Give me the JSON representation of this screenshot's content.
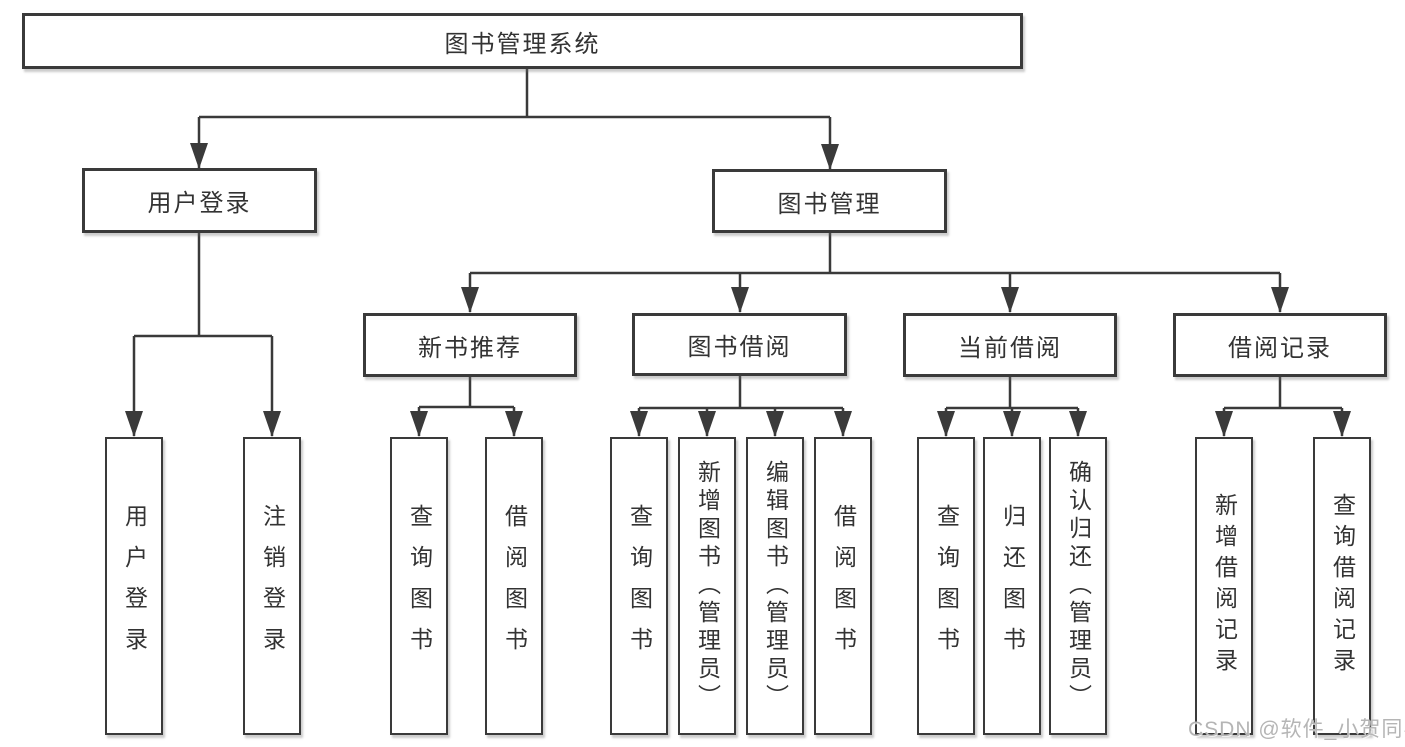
{
  "diagram": {
    "root": "图书管理系统",
    "level2": [
      "用户登录",
      "图书管理"
    ],
    "level3": [
      "新书推荐",
      "图书借阅",
      "当前借阅",
      "借阅记录"
    ],
    "leaves_user": [
      "用户登录",
      "注销登录"
    ],
    "leaves_recommend": [
      "查询图书",
      "借阅图书"
    ],
    "leaves_borrow": [
      "查询图书",
      "新增图书（管理员）",
      "编辑图书（管理员）",
      "借阅图书"
    ],
    "leaves_current": [
      "查询图书",
      "归还图书",
      "确认归还（管理员）"
    ],
    "leaves_record": [
      "新增借阅记录",
      "查询借阅记录"
    ]
  },
  "watermark": "CSDN @软件_小贺同学",
  "colors": {
    "line": "#3a3a3a",
    "box_border": "#3a3a3a",
    "text": "#333333",
    "background": "#ffffff",
    "watermark": "#b5b5b5"
  }
}
